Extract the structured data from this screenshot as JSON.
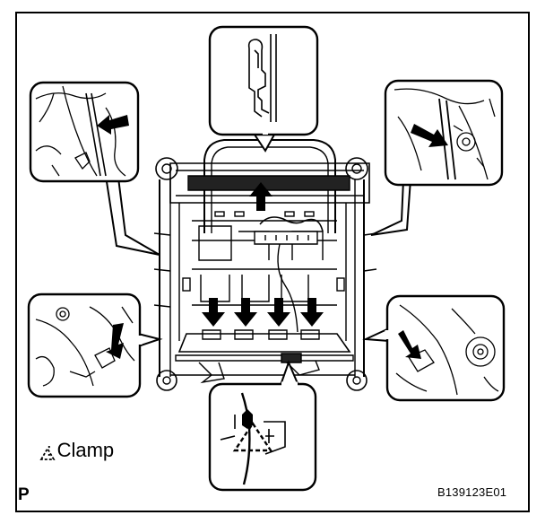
{
  "legend": {
    "symbol": "△:",
    "text": "Clamp"
  },
  "corner_mark": "P",
  "figure_code": "B139123E01"
}
